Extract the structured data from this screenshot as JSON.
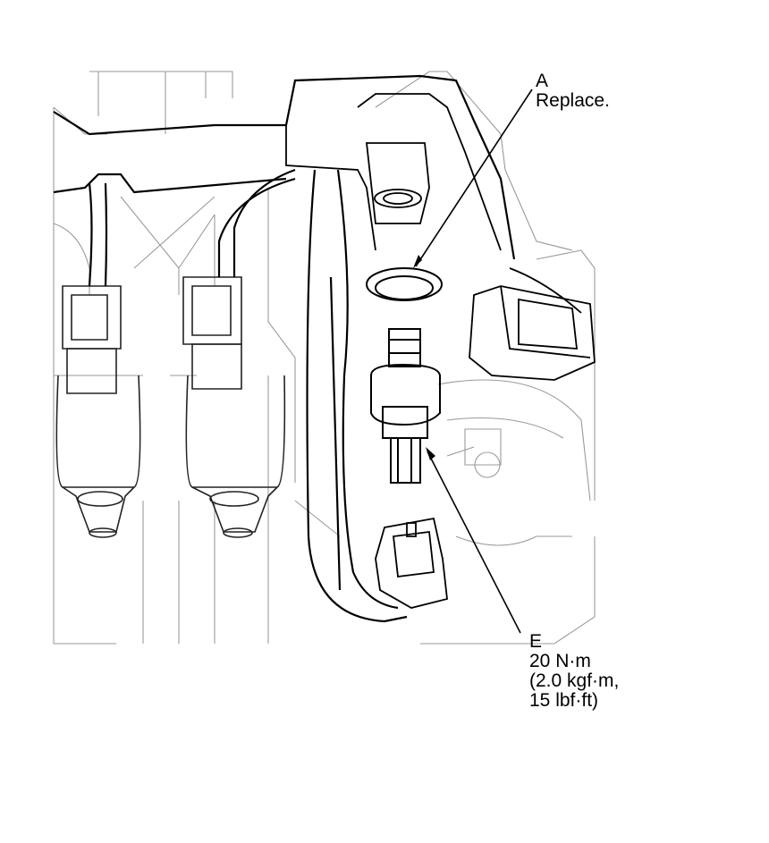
{
  "callouts": {
    "a": {
      "letter": "A",
      "note": "Replace."
    },
    "e": {
      "letter": "E",
      "torque_nm": "20 N·m",
      "torque_kgf": "(2.0 kgf·m,",
      "torque_lbf": "15 lbf·ft)"
    }
  }
}
